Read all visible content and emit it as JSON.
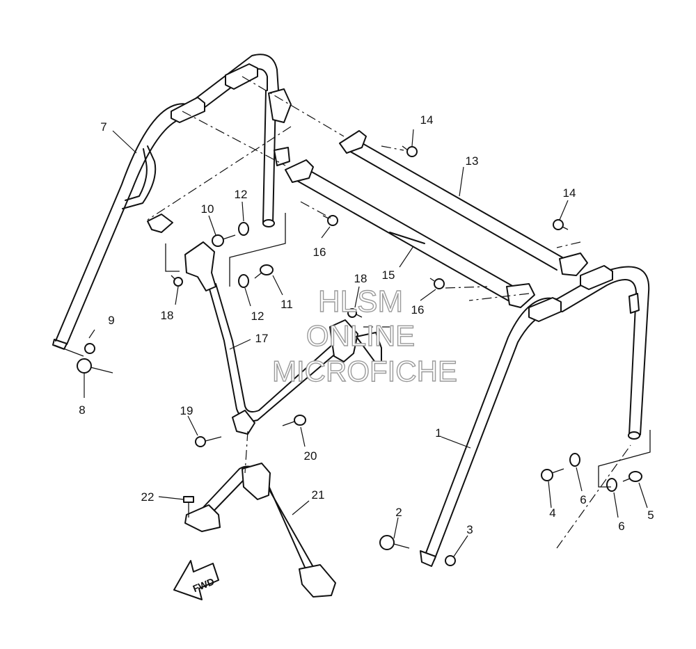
{
  "callouts": [
    {
      "id": "c1",
      "label": "1"
    },
    {
      "id": "c2",
      "label": "2"
    },
    {
      "id": "c3",
      "label": "3"
    },
    {
      "id": "c4",
      "label": "4"
    },
    {
      "id": "c5",
      "label": "5"
    },
    {
      "id": "c6a",
      "label": "6"
    },
    {
      "id": "c6b",
      "label": "6"
    },
    {
      "id": "c7",
      "label": "7"
    },
    {
      "id": "c8",
      "label": "8"
    },
    {
      "id": "c9",
      "label": "9"
    },
    {
      "id": "c10",
      "label": "10"
    },
    {
      "id": "c11",
      "label": "11"
    },
    {
      "id": "c12a",
      "label": "12"
    },
    {
      "id": "c12b",
      "label": "12"
    },
    {
      "id": "c13",
      "label": "13"
    },
    {
      "id": "c14a",
      "label": "14"
    },
    {
      "id": "c14b",
      "label": "14"
    },
    {
      "id": "c15",
      "label": "15"
    },
    {
      "id": "c16a",
      "label": "16"
    },
    {
      "id": "c16b",
      "label": "16"
    },
    {
      "id": "c17",
      "label": "17"
    },
    {
      "id": "c18a",
      "label": "18"
    },
    {
      "id": "c18b",
      "label": "18"
    },
    {
      "id": "c19",
      "label": "19"
    },
    {
      "id": "c20",
      "label": "20"
    },
    {
      "id": "c21",
      "label": "21"
    },
    {
      "id": "c22",
      "label": "22"
    }
  ],
  "watermark": {
    "line1": "HLSM",
    "line2": "ONLINE",
    "line3": "MICROFICHE"
  },
  "direction_arrow": {
    "label": "FWD"
  }
}
